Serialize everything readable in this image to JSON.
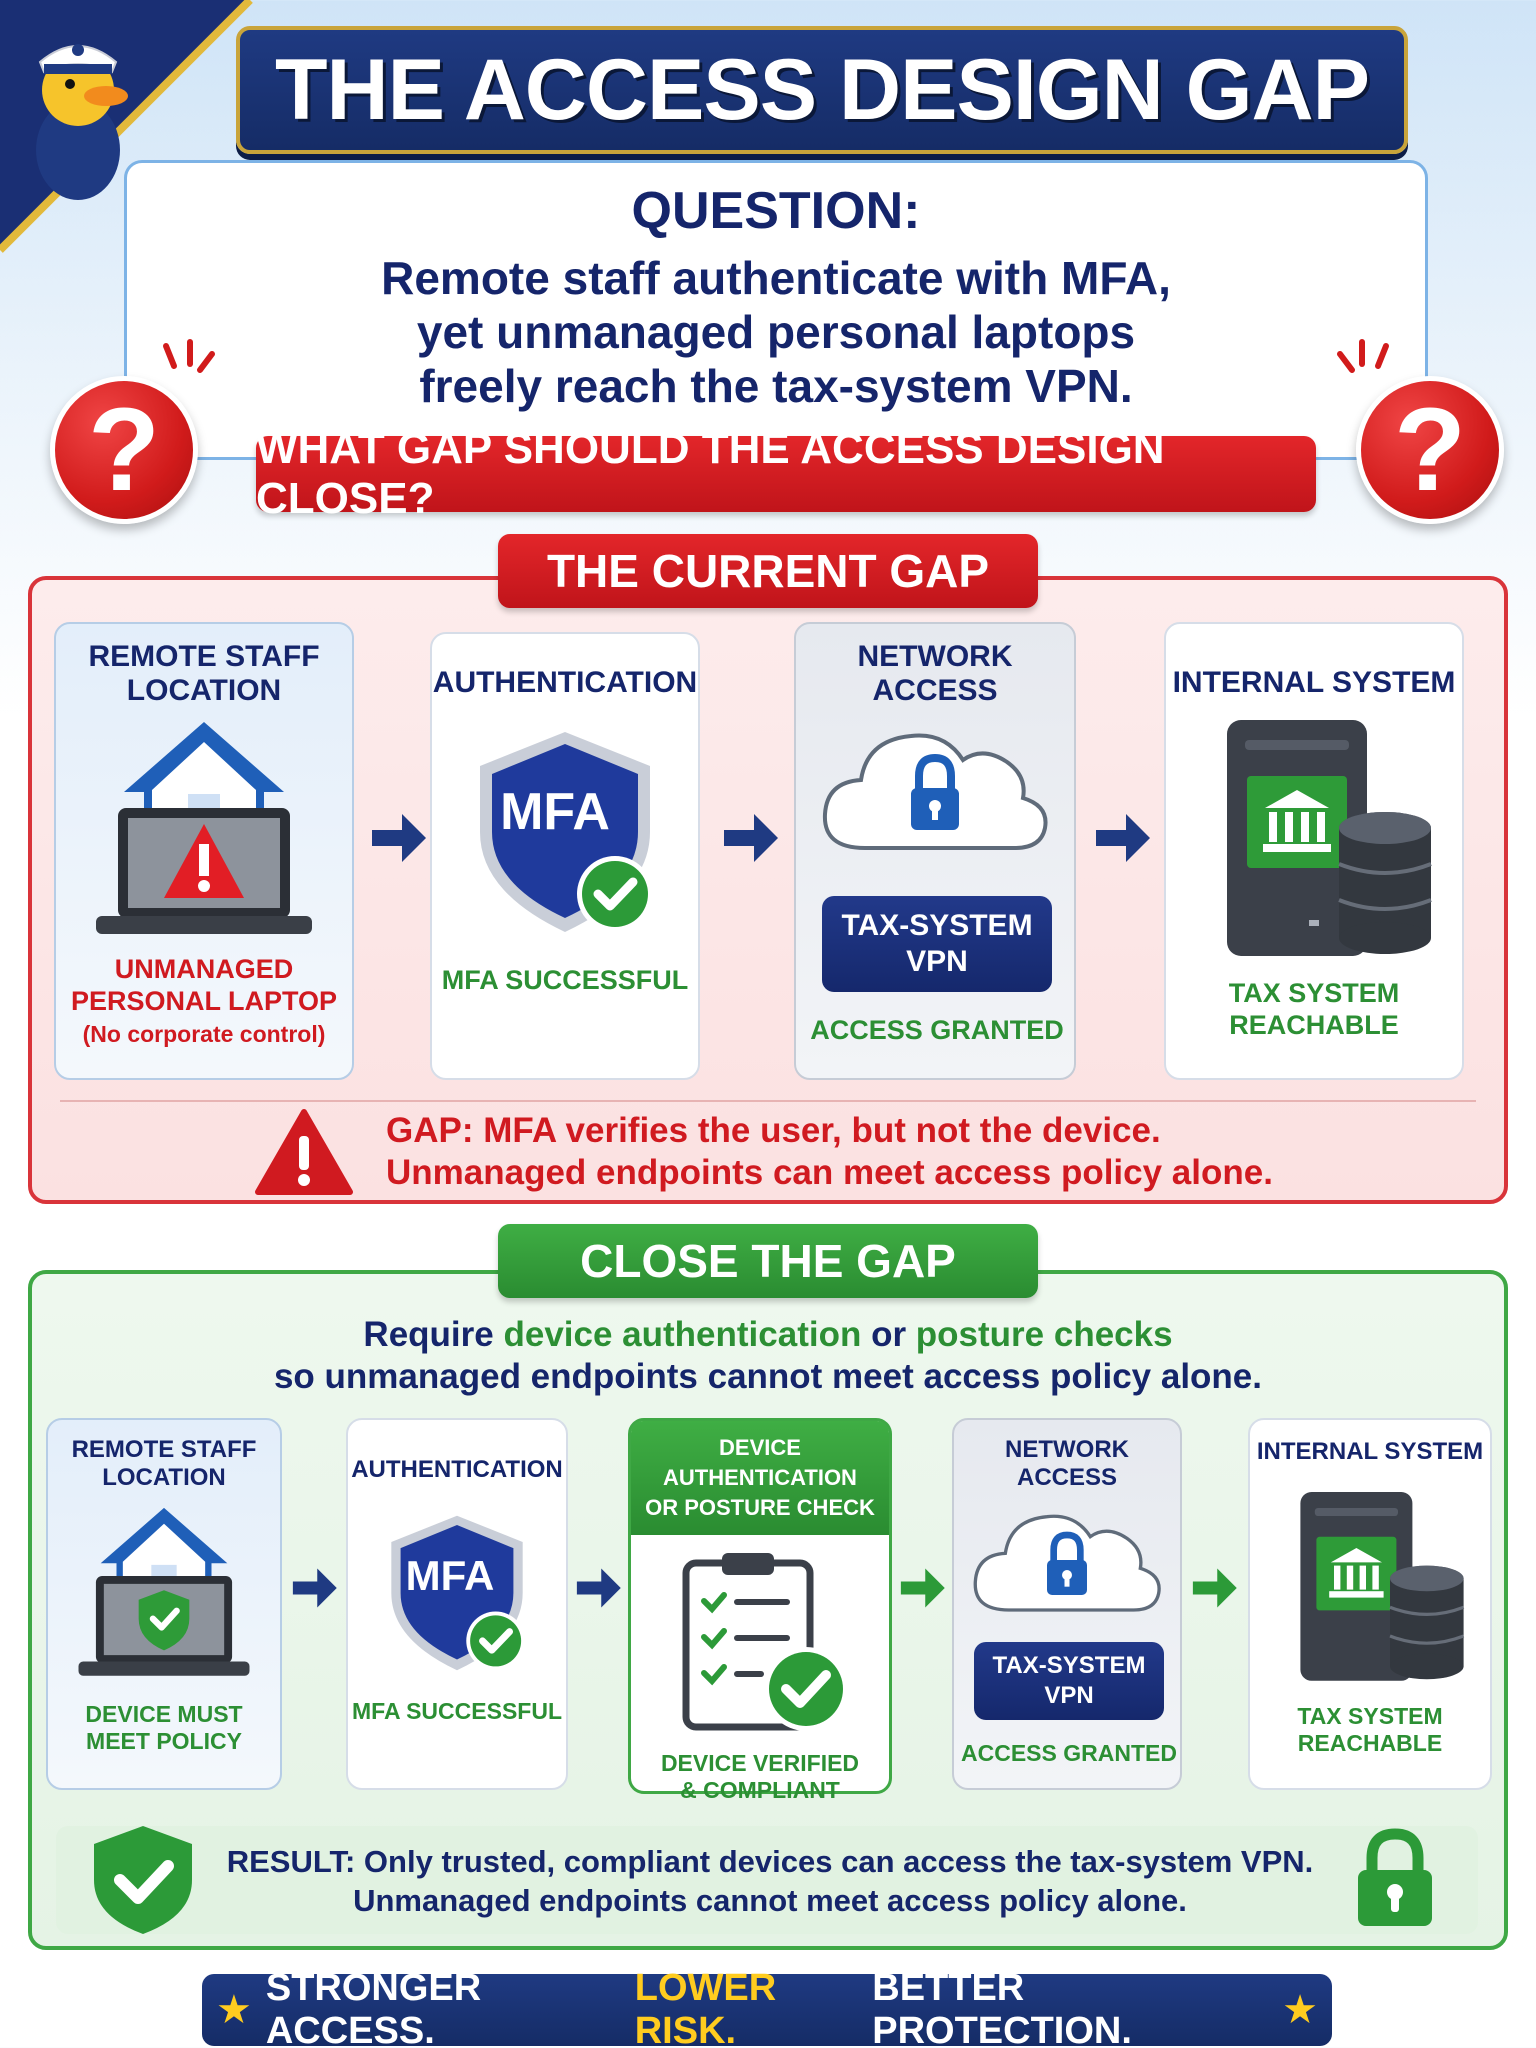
{
  "title": "THE ACCESS DESIGN GAP",
  "question": {
    "heading": "QUESTION:",
    "lines": [
      "Remote staff authenticate with MFA,",
      "yet unmanaged personal laptops",
      "freely reach the tax-system VPN."
    ],
    "banner": "WHAT GAP SHOULD THE ACCESS DESIGN CLOSE?"
  },
  "current_gap": {
    "label": "THE CURRENT GAP",
    "steps": [
      {
        "title": [
          "REMOTE STAFF",
          "LOCATION"
        ],
        "footer": [
          "UNMANAGED",
          "PERSONAL LAPTOP"
        ],
        "footer_note": "(No corporate control)"
      },
      {
        "title": [
          "AUTHENTICATION"
        ],
        "badge": "MFA",
        "footer": [
          "MFA SUCCESSFUL"
        ]
      },
      {
        "title": [
          "NETWORK",
          "ACCESS"
        ],
        "vpn": [
          "TAX-SYSTEM",
          "VPN"
        ],
        "footer": [
          "ACCESS GRANTED"
        ]
      },
      {
        "title": [
          "INTERNAL SYSTEM"
        ],
        "footer": [
          "TAX SYSTEM",
          "REACHABLE"
        ]
      }
    ],
    "gap_label": "GAP:",
    "gap_line1": " MFA verifies the user, but not the device.",
    "gap_line2": "Unmanaged endpoints can meet access policy alone."
  },
  "close_gap": {
    "label": "CLOSE THE GAP",
    "intro_a": "Require ",
    "intro_b": "device authentication",
    "intro_c": " or ",
    "intro_d": "posture checks",
    "intro_line2": "so unmanaged endpoints cannot meet access policy alone.",
    "steps": [
      {
        "title": [
          "REMOTE STAFF",
          "LOCATION"
        ],
        "footer": [
          "DEVICE MUST",
          "MEET POLICY"
        ]
      },
      {
        "title": [
          "AUTHENTICATION"
        ],
        "badge": "MFA",
        "footer": [
          "MFA SUCCESSFUL"
        ]
      },
      {
        "title": [
          "DEVICE AUTHENTICATION",
          "OR POSTURE CHECK"
        ],
        "footer": [
          "DEVICE VERIFIED",
          "& COMPLIANT"
        ]
      },
      {
        "title": [
          "NETWORK",
          "ACCESS"
        ],
        "vpn": [
          "TAX-SYSTEM",
          "VPN"
        ],
        "footer": [
          "ACCESS GRANTED"
        ]
      },
      {
        "title": [
          "INTERNAL SYSTEM"
        ],
        "footer": [
          "TAX SYSTEM",
          "REACHABLE"
        ]
      }
    ],
    "result_label": "RESULT:",
    "result_line1": " Only trusted, compliant devices can access the tax-system VPN.",
    "result_line2": "Unmanaged endpoints cannot meet access policy alone."
  },
  "footer": {
    "part1": "STRONGER ACCESS. ",
    "part2": "LOWER RISK.",
    "part3": " BETTER PROTECTION.",
    "star": "★"
  },
  "colors": {
    "navy": "#15256b",
    "red": "#d01a20",
    "green": "#2c8f34",
    "gold": "#ffcc1f"
  }
}
